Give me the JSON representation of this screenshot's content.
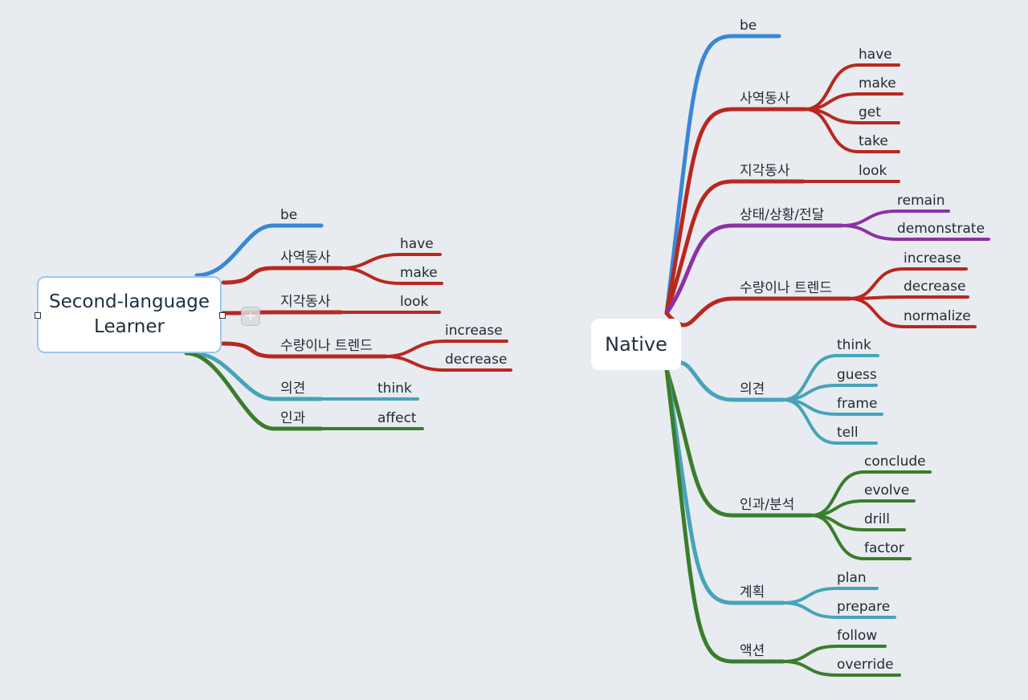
{
  "colors": {
    "blue": "#3b86d6",
    "red": "#b8281f",
    "purple": "#8a32a6",
    "teal": "#46a3bb",
    "green": "#3a7d2c"
  },
  "left_map": {
    "root": {
      "line1": "Second-language",
      "line2": "Learner"
    },
    "plus_icon": "+",
    "branches": [
      {
        "label": "be",
        "color": "blue",
        "children": []
      },
      {
        "label": "사역동사",
        "color": "red",
        "children": [
          "have",
          "make"
        ]
      },
      {
        "label": "지각동사",
        "color": "red",
        "children": [
          "look"
        ]
      },
      {
        "label": "수량이나 트렌드",
        "color": "red",
        "children": [
          "increase",
          "decrease"
        ]
      },
      {
        "label": "의견",
        "color": "teal",
        "children": [
          "think"
        ]
      },
      {
        "label": "인과",
        "color": "green",
        "children": [
          "affect"
        ]
      }
    ]
  },
  "right_map": {
    "root": {
      "label": "Native"
    },
    "branches": [
      {
        "label": "be",
        "color": "blue",
        "children": []
      },
      {
        "label": "사역동사",
        "color": "red",
        "children": [
          "have",
          "make",
          "get",
          "take"
        ]
      },
      {
        "label": "지각동사",
        "color": "red",
        "children": [
          "look"
        ]
      },
      {
        "label": "상태/상황/전달",
        "color": "purple",
        "children": [
          "remain",
          "demonstrate"
        ]
      },
      {
        "label": "수량이나 트렌드",
        "color": "red",
        "children": [
          "increase",
          "decrease",
          "normalize"
        ]
      },
      {
        "label": "의견",
        "color": "teal",
        "children": [
          "think",
          "guess",
          "frame",
          "tell"
        ]
      },
      {
        "label": "인과/분석",
        "color": "green",
        "children": [
          "conclude",
          "evolve",
          "drill",
          "factor"
        ]
      },
      {
        "label": "계획",
        "color": "teal",
        "children": [
          "plan",
          "prepare"
        ]
      },
      {
        "label": "액션",
        "color": "green",
        "children": [
          "follow",
          "override"
        ]
      }
    ]
  }
}
